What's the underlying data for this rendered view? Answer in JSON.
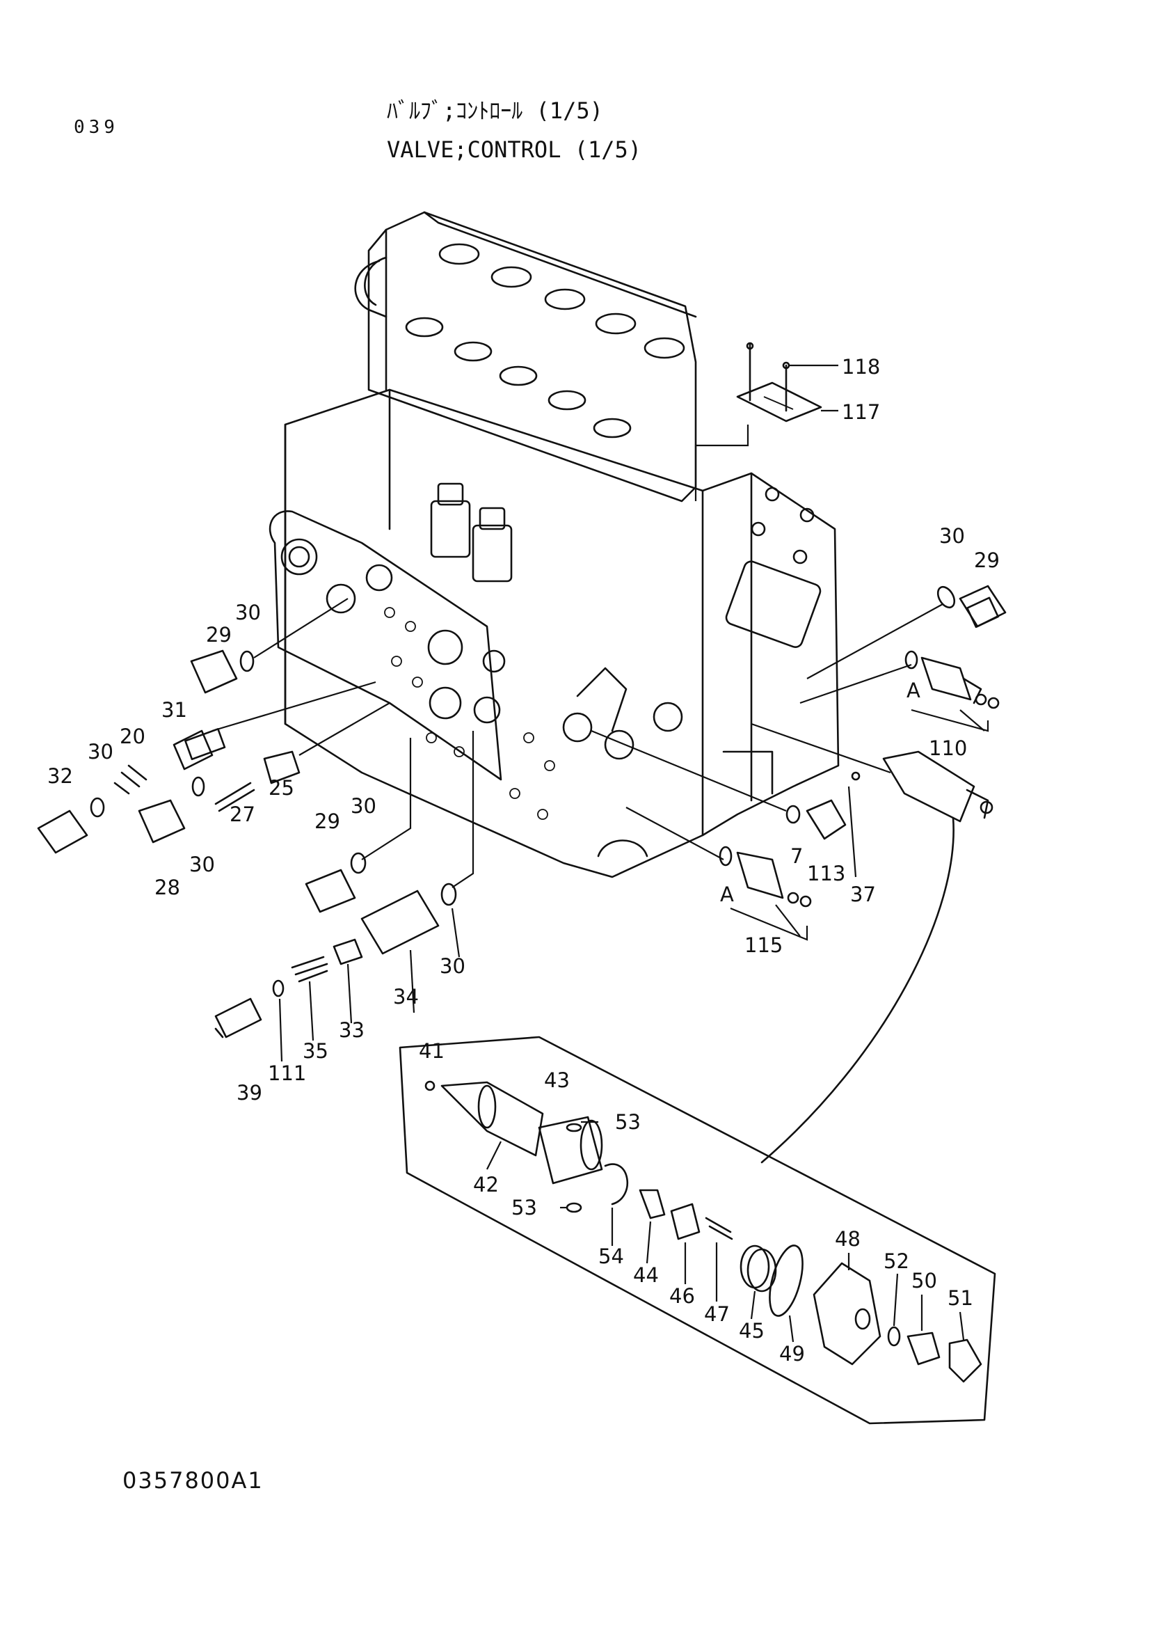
{
  "page_number": "039",
  "title_jp": "ﾊﾞﾙﾌﾞ;ｺﾝﾄﾛｰﾙ (1/5)",
  "title_en": "VALVE;CONTROL (1/5)",
  "drawing_number": "0357800A1",
  "callouts": {
    "c118": "118",
    "c117": "117",
    "c30_r": "30",
    "c29_r": "29",
    "cA_1": "A",
    "c110": "110",
    "c29_l": "29",
    "c30_l": "30",
    "c31": "31",
    "c20": "20",
    "c30_ll": "30",
    "c32": "32",
    "c27": "27",
    "c25": "25",
    "c29_m": "29",
    "c30_m": "30",
    "c30_b": "30",
    "c28": "28",
    "c7": "7",
    "c113": "113",
    "c37": "37",
    "cA_2": "A",
    "c115": "115",
    "c30_c": "30",
    "c34": "34",
    "c33": "33",
    "c35": "35",
    "c111": "111",
    "c39": "39",
    "c41": "41",
    "c43": "43",
    "c53_a": "53",
    "c42": "42",
    "c53_b": "53",
    "c54": "54",
    "c44": "44",
    "c46": "46",
    "c47": "47",
    "c45": "45",
    "c48": "48",
    "c49": "49",
    "c52": "52",
    "c50": "50",
    "c51": "51"
  }
}
